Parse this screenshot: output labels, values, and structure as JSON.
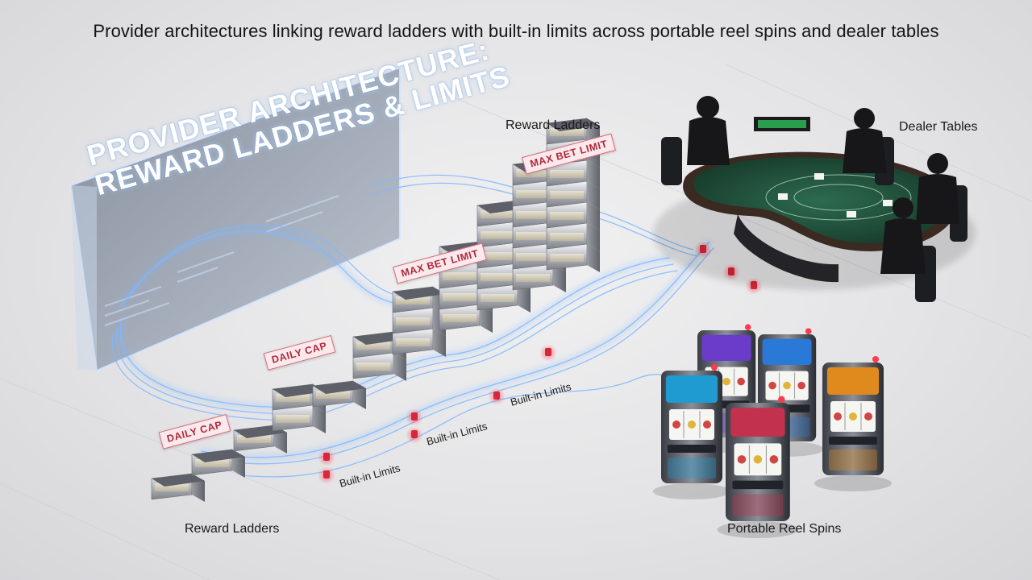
{
  "title": "Provider architectures linking reward ladders with built-in limits across portable reel spins and dealer tables",
  "panel": {
    "line1": "PROVIDER ARCHITECTURE:",
    "line2": "REWARD LADDERS & LIMITS"
  },
  "labels": {
    "reward_ladders_bottom": "Reward Ladders",
    "reward_ladders_top": "Reward Ladders",
    "dealer_tables": "Dealer Tables",
    "portable_reel_spins": "Portable Reel Spins"
  },
  "tags": {
    "daily_cap_1": "Daily Cap",
    "daily_cap_2": "Daily Cap",
    "max_bet_1": "Max Bet Limit",
    "max_bet_2": "Max Bet Limit"
  },
  "limits": {
    "l1": "Built-in Limits",
    "l2": "Built-in Limits",
    "l3": "Built-in Limits"
  },
  "colors": {
    "flow": "#7fb8ff",
    "tag_red": "#b0283d",
    "table_felt": "#1f4a38"
  }
}
